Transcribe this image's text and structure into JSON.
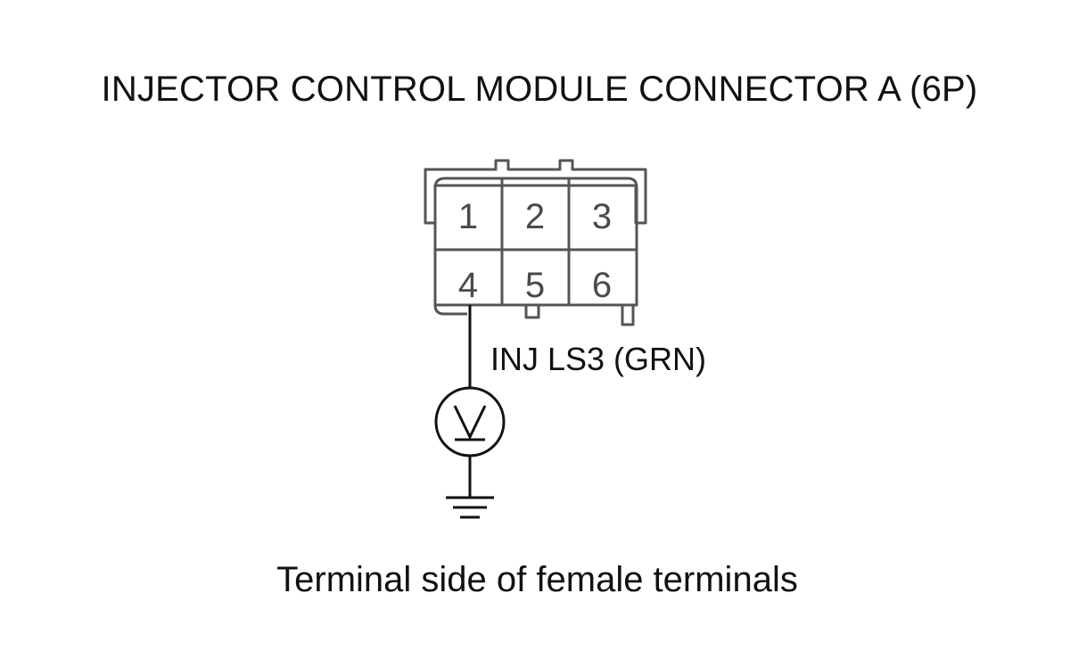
{
  "diagram": {
    "title": "INJECTOR CONTROL MODULE CONNECTOR A (6P)",
    "caption": "Terminal side of female terminals",
    "wire_label": "INJ LS3 (GRN)",
    "connector": {
      "pins": [
        "1",
        "2",
        "3",
        "4",
        "5",
        "6"
      ]
    },
    "meter_icon": "voltmeter-icon",
    "ground_icon": "ground-icon"
  }
}
